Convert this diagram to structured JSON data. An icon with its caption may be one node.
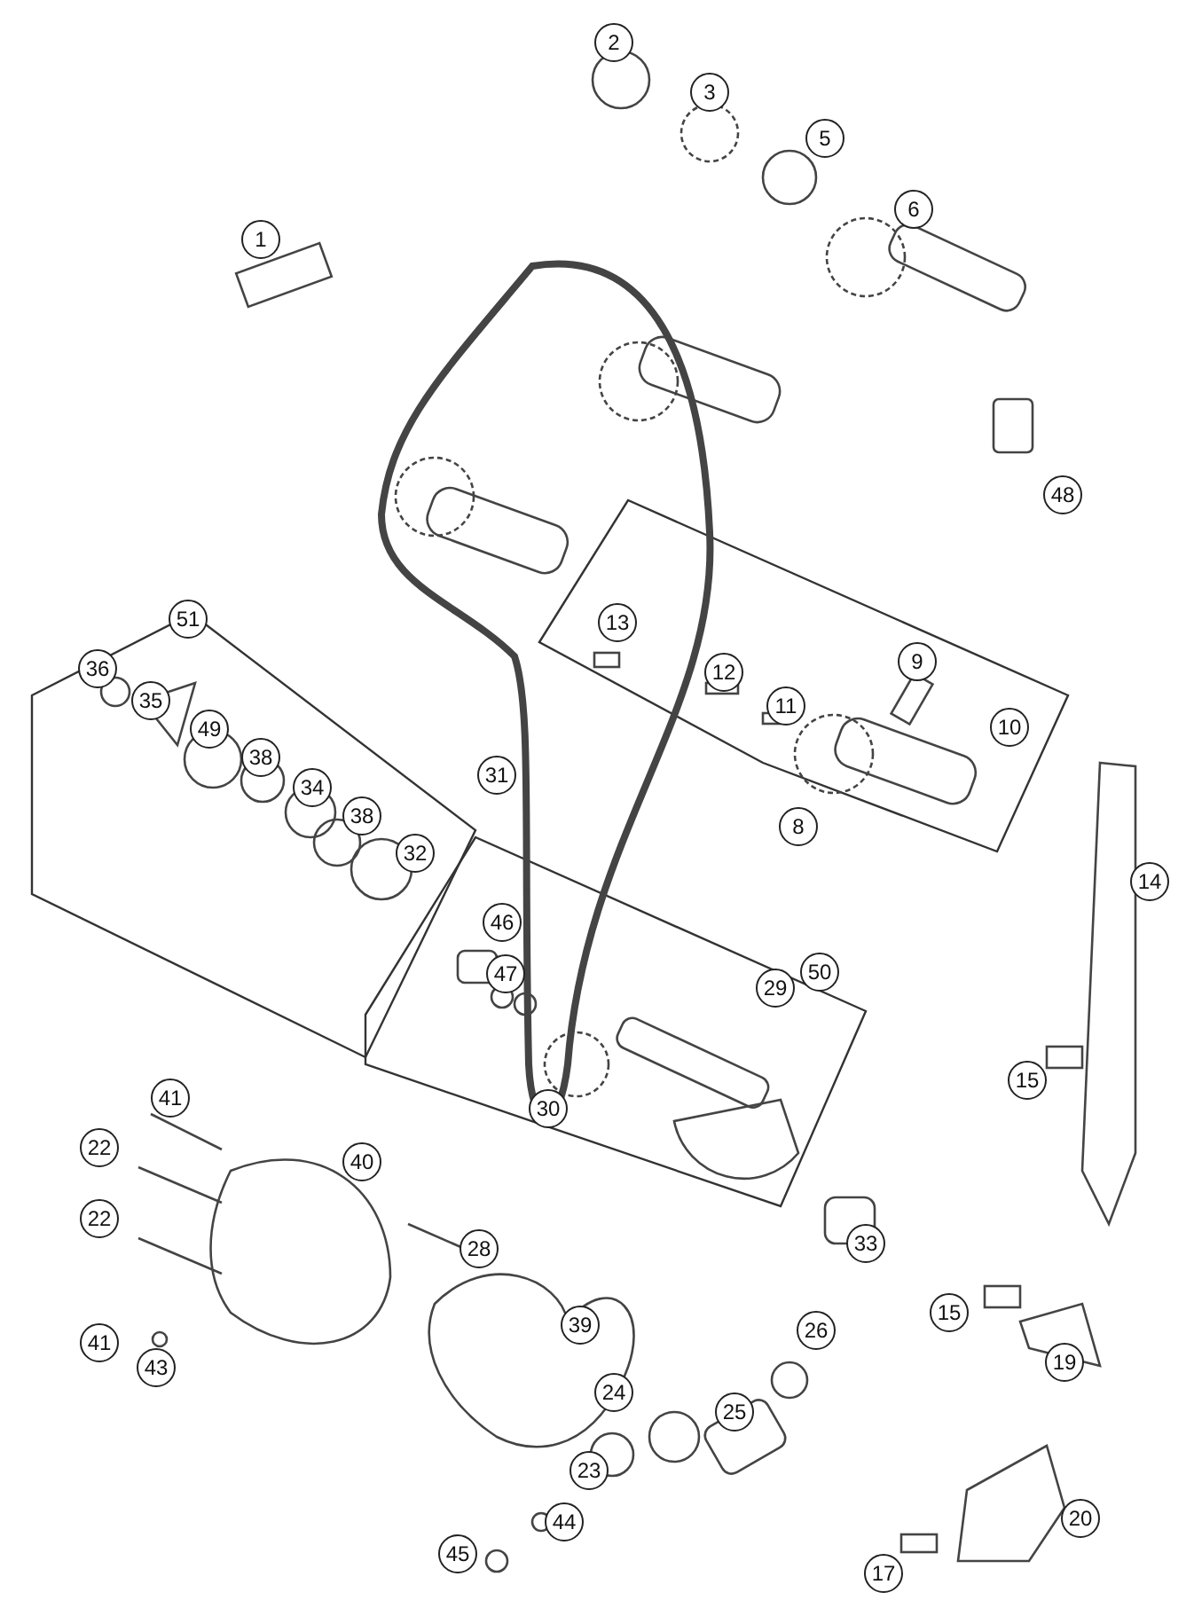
{
  "diagram": {
    "labels": [
      "2",
      "3",
      "5",
      "6",
      "1",
      "48",
      "51",
      "13",
      "9",
      "36",
      "12",
      "35",
      "11",
      "10",
      "49",
      "38",
      "31",
      "34",
      "38",
      "8",
      "32",
      "14",
      "46",
      "50",
      "47",
      "29",
      "15",
      "41",
      "30",
      "22",
      "40",
      "22",
      "33",
      "28",
      "15",
      "39",
      "26",
      "41",
      "19",
      "43",
      "24",
      "25",
      "23",
      "20",
      "44",
      "45",
      "17"
    ]
  }
}
